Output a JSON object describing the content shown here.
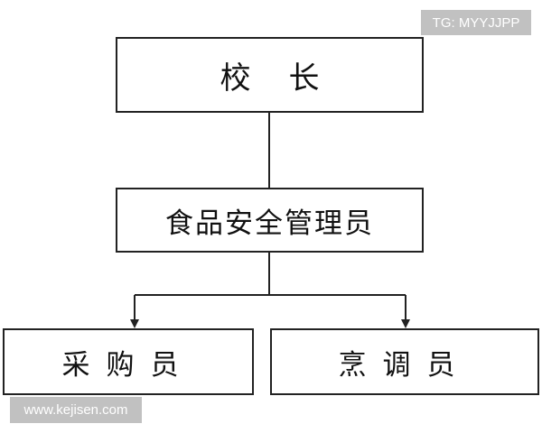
{
  "org_chart": {
    "root": {
      "label_part1": "校",
      "label_part2": "长"
    },
    "middle": {
      "label": "食品安全管理员"
    },
    "children": [
      {
        "label": "采购员"
      },
      {
        "label": "烹调员"
      }
    ]
  },
  "watermarks": {
    "top_right": "TG: MYYJJPP",
    "bottom_left": "www.kejisen.com"
  },
  "colors": {
    "line": "#222222",
    "box_border": "#222222",
    "watermark_bg": "#afafaf"
  }
}
